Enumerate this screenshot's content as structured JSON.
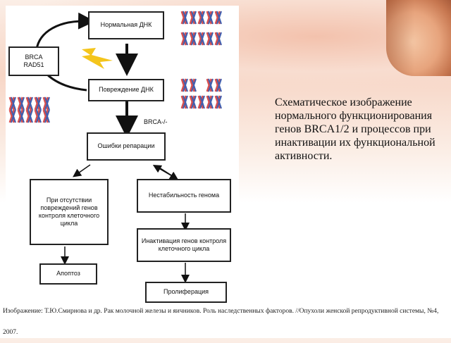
{
  "diagram": {
    "nodes": {
      "normal_dna": "Нормальная ДНК",
      "brca_rad51": "BRCA\nRAD51",
      "dna_damage": "Повреждение ДНК",
      "repair_errors": "Ошибки репарации",
      "no_damage_control": "При отсутствии повреждений генов контроля клеточного цикла",
      "genome_instability": "Нестабильность генома",
      "apoptosis": "Апоптоз",
      "inactivation": "Инактивация генов контроля клеточного цикла",
      "proliferation": "Пролиферация"
    },
    "brca_minus_label": "BRCA-/-",
    "icons": [
      "lightning-bolt-icon",
      "dna-helix-icon"
    ]
  },
  "caption": "Схематическое изображение нормального функционирования генов BRCA1/2 и процессов при инактивации их функциональной активности.",
  "source": "Изображение: Т.Ю.Смирнова и др. Рак молочной железы и яичников. Роль наследственных факторов. //Опухоли женской репродуктивной системы, №4, 2007.",
  "colors": {
    "helix_blue": "#3f5fb0",
    "helix_red": "#d8504f",
    "bolt_yellow": "#f4c51c"
  }
}
